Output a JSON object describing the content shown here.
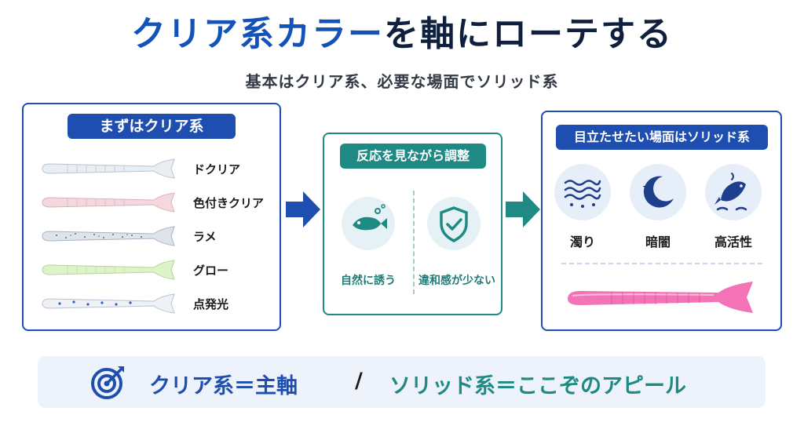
{
  "header": {
    "title_part1": "クリア系カラー",
    "title_part2": "を軸にローテする",
    "subtitle": "基本はクリア系、必要な場面でソリッド系"
  },
  "left_panel": {
    "heading": "まずはクリア系",
    "lures": [
      {
        "label": "ドクリア",
        "color": "#e9eef3"
      },
      {
        "label": "色付きクリア",
        "color": "#f3d9de"
      },
      {
        "label": "ラメ",
        "color": "#dfe4ea"
      },
      {
        "label": "グロー",
        "color": "#dff3c9"
      },
      {
        "label": "点発光",
        "color": "#eef1f5"
      }
    ]
  },
  "middle_panel": {
    "heading": "反応を見ながら調整",
    "items": [
      {
        "label": "自然に誘う",
        "icon": "fish-icon"
      },
      {
        "label": "違和感が少ない",
        "icon": "shield-check-icon"
      }
    ]
  },
  "right_panel": {
    "heading": "目立たせたい場面はソリッド系",
    "conditions": [
      {
        "label": "濁り",
        "icon": "muddy-water-icon"
      },
      {
        "label": "暗闇",
        "icon": "moon-icon"
      },
      {
        "label": "高活性",
        "icon": "jumping-fish-icon"
      }
    ],
    "lure_color": "#f472b6"
  },
  "footer": {
    "clear_text": "クリア系＝主軸",
    "slash": "/",
    "solid_text": "ソリッド系＝ここぞのアピール",
    "icon": "target-icon"
  },
  "colors": {
    "primary_blue": "#1e4fb0",
    "teal": "#1f8a83",
    "navy": "#0f1f3d"
  }
}
